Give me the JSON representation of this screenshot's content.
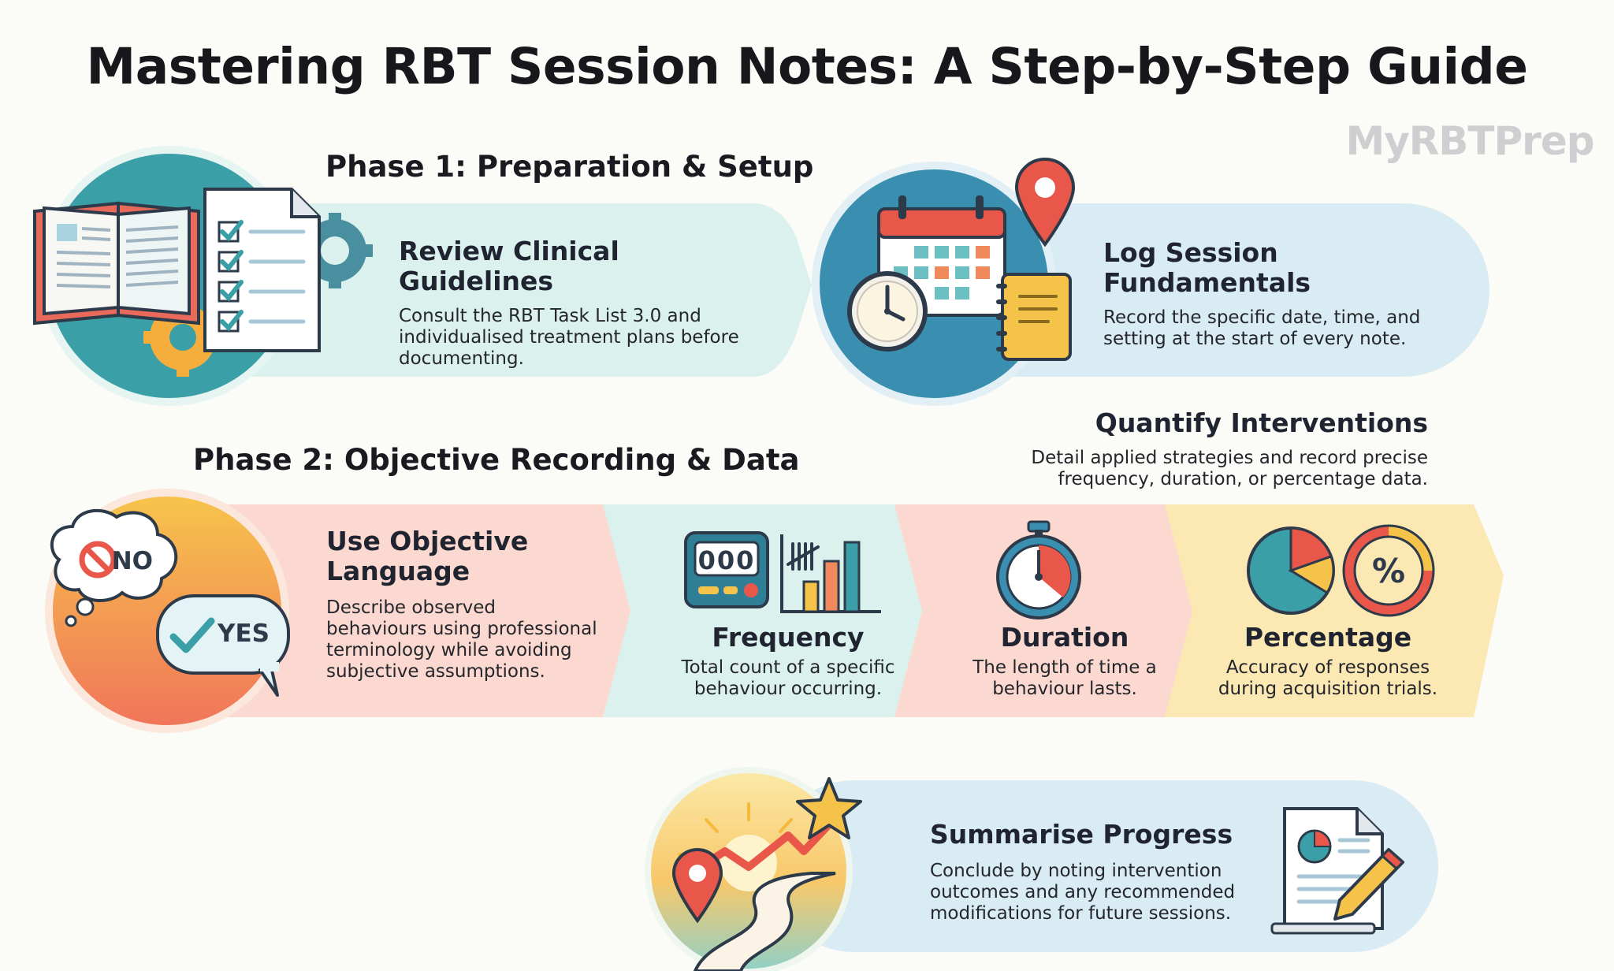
{
  "title": "Mastering RBT Session Notes: A Step-by-Step Guide",
  "brand": "MyRBTPrep",
  "phase1": {
    "heading": "Phase 1: Preparation & Setup",
    "step1": {
      "title": "Review Clinical Guidelines",
      "desc": "Consult the RBT Task List 3.0 and individualised treatment plans before documenting."
    },
    "step2": {
      "title": "Log Session Fundamentals",
      "desc": "Record the specific date, time, and setting at the start of every note."
    }
  },
  "phase2": {
    "heading": "Phase 2: Objective Recording & Data",
    "objective": {
      "title": "Use Objective Language",
      "desc": "Describe observed behaviours using professional terminology while avoiding subjective assumptions.",
      "bubble_no": "NO",
      "bubble_yes": "YES"
    },
    "quantify": {
      "title": "Quantify Interventions",
      "desc": "Detail applied strategies and record precise frequency, duration, or percentage data."
    },
    "frequency": {
      "title": "Frequency",
      "desc": "Total count of a specific behaviour occurring.",
      "counter": "000"
    },
    "duration": {
      "title": "Duration",
      "desc": "The length of time a behaviour lasts."
    },
    "percentage": {
      "title": "Percentage",
      "desc": "Accuracy of responses during acquisition trials.",
      "symbol": "%"
    }
  },
  "summary": {
    "title": "Summarise Progress",
    "desc": "Conclude by noting intervention outcomes and any recommended modifications for future sessions."
  },
  "colors": {
    "teal": "#3a9fa6",
    "orange": "#f08a5d",
    "yellow": "#f6c34a",
    "red": "#e8574a",
    "mint_band": "#dbf1ee",
    "blue_band": "#d9ecf3",
    "pink_band": "#fbd9d0",
    "yellow_band": "#fbe8b3"
  },
  "icons": [
    "book-icon",
    "checklist-icon",
    "gear-icon",
    "calendar-icon",
    "clock-icon",
    "notepad-icon",
    "location-pin-icon",
    "speech-bubble-icon",
    "counter-icon",
    "bar-chart-icon",
    "stopwatch-icon",
    "pie-chart-icon",
    "percent-icon",
    "road-icon",
    "star-icon",
    "report-icon",
    "pencil-icon",
    "sun-icon"
  ]
}
